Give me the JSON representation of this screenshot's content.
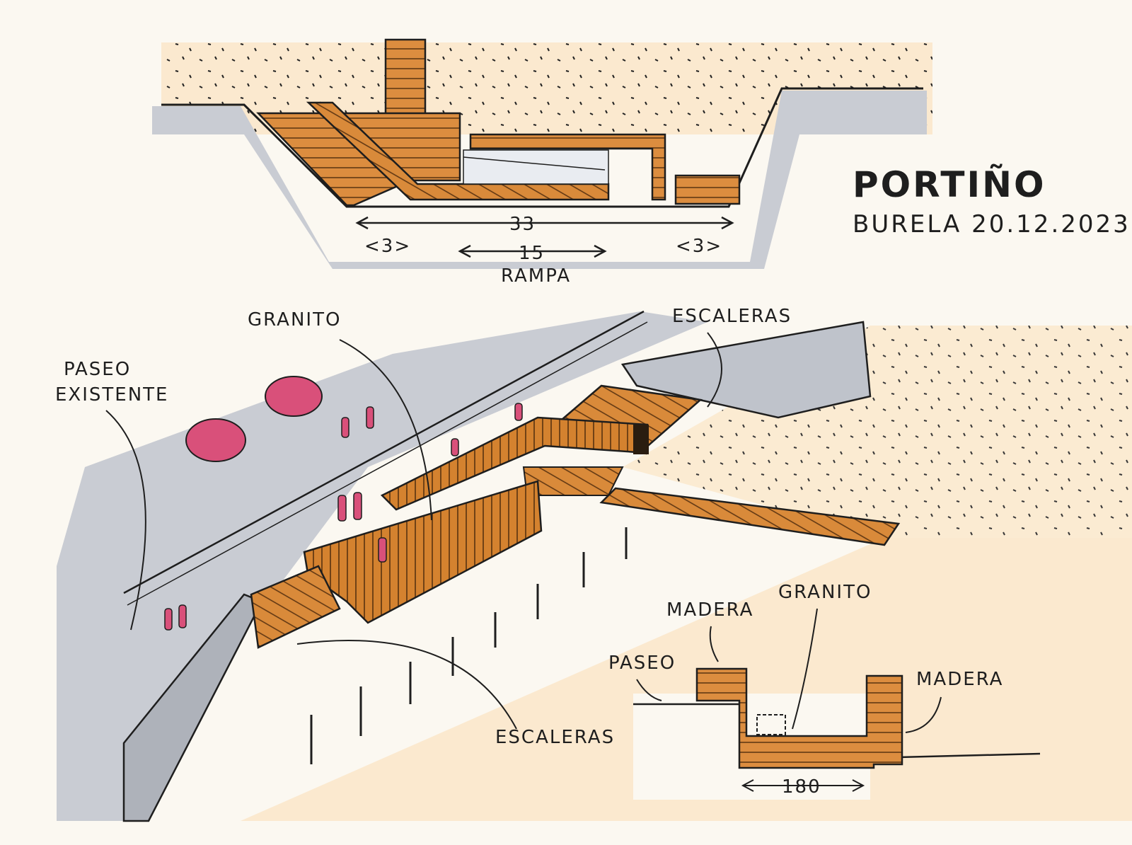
{
  "title": "PORTIÑO",
  "subtitle": "BURELA 20.12.2023",
  "section": {
    "total_dim": "33",
    "left_dim": "<3>",
    "ramp_dim": "15",
    "ramp_label": "RAMPA",
    "right_dim": "<3>"
  },
  "perspective": {
    "label_granito": "GRANITO",
    "label_escaleras_top": "ESCALERAS",
    "label_paseo_existente_1": "PASEO",
    "label_paseo_existente_2": "EXISTENTE",
    "label_escaleras_bottom": "ESCALERAS"
  },
  "detail": {
    "label_madera_left": "MADERA",
    "label_granito": "GRANITO",
    "label_paseo": "PASEO",
    "label_madera_right": "MADERA",
    "width_dim": "180"
  },
  "colors": {
    "wood": "#d98a3a",
    "wood_dark": "#b86a22",
    "concrete": "#c9ccd3",
    "sand": "#fbe9cf",
    "figure": "#d9507a",
    "water_accent": "#7fd6e0",
    "ink": "#1e1e1e"
  }
}
